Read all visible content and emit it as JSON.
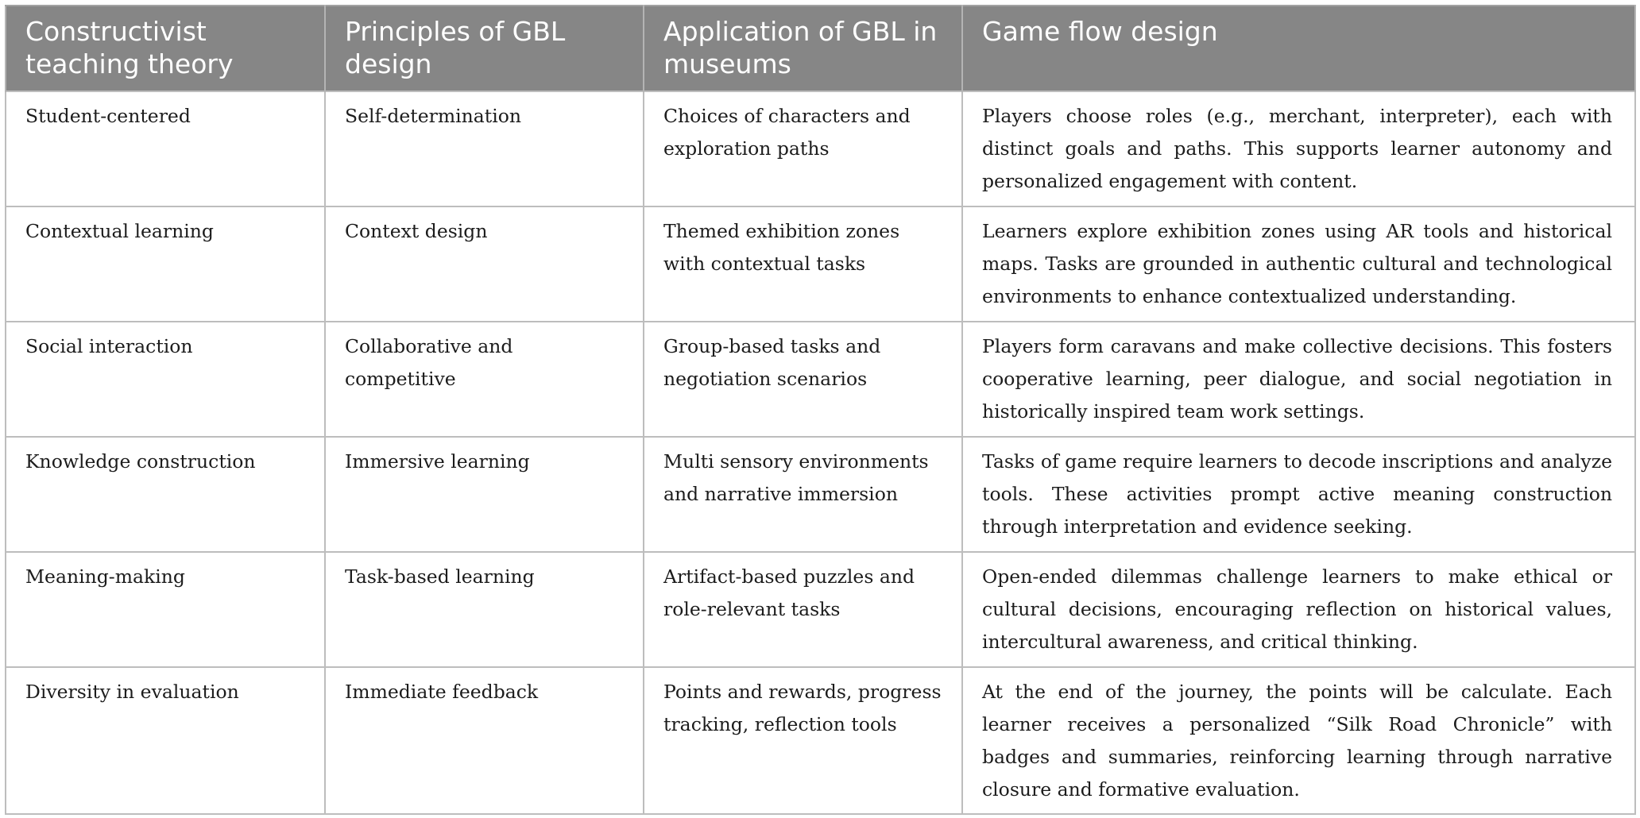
{
  "headers": [
    "Constructivist teaching theory",
    "Principles of GBL design",
    "Application of GBL in museums",
    "Game flow design"
  ],
  "rows": [
    {
      "theory": "Student-centered",
      "principle": "Self-determination",
      "application": "Choices of characters and exploration paths",
      "flow": "Players choose roles (e.g., merchant, interpreter), each with distinct goals and paths. This supports learner autonomy and personalized engagement with content."
    },
    {
      "theory": "Contextual learning",
      "principle": "Context design",
      "application": "Themed exhibition zones with contextual tasks",
      "flow": "Learners explore exhibition zones using AR tools and historical maps. Tasks are grounded in authentic cultural and technological environments to enhance contextualized understanding."
    },
    {
      "theory": "Social interaction",
      "principle": "Collaborative and competitive",
      "application": "Group-based tasks and negotiation scenarios",
      "flow": "Players form caravans and make collective decisions. This fosters cooperative learning, peer dialogue, and social negotiation in historically inspired team work settings."
    },
    {
      "theory": "Knowledge construction",
      "principle": "Immersive learning",
      "application": "Multi sensory environments and narrative immersion",
      "flow": "Tasks of game require learners to decode inscriptions and analyze tools. These activities prompt active meaning construction through interpretation and evidence seeking."
    },
    {
      "theory": "Meaning-making",
      "principle": "Task-based learning",
      "application": "Artifact-based puzzles and role-relevant tasks",
      "flow": "Open-ended dilemmas challenge learners to make ethical or cultural decisions, encouraging reflection on historical values, intercultural awareness, and critical thinking."
    },
    {
      "theory": "Diversity in evaluation",
      "principle": "Immediate feedback",
      "application": "Points and rewards, progress tracking, reflection tools",
      "flow": "At the end of the journey, the points will be calculate. Each learner receives a personalized “Silk Road Chronicle” with badges and summaries, reinforcing learning through narrative closure and formative evaluation."
    }
  ]
}
